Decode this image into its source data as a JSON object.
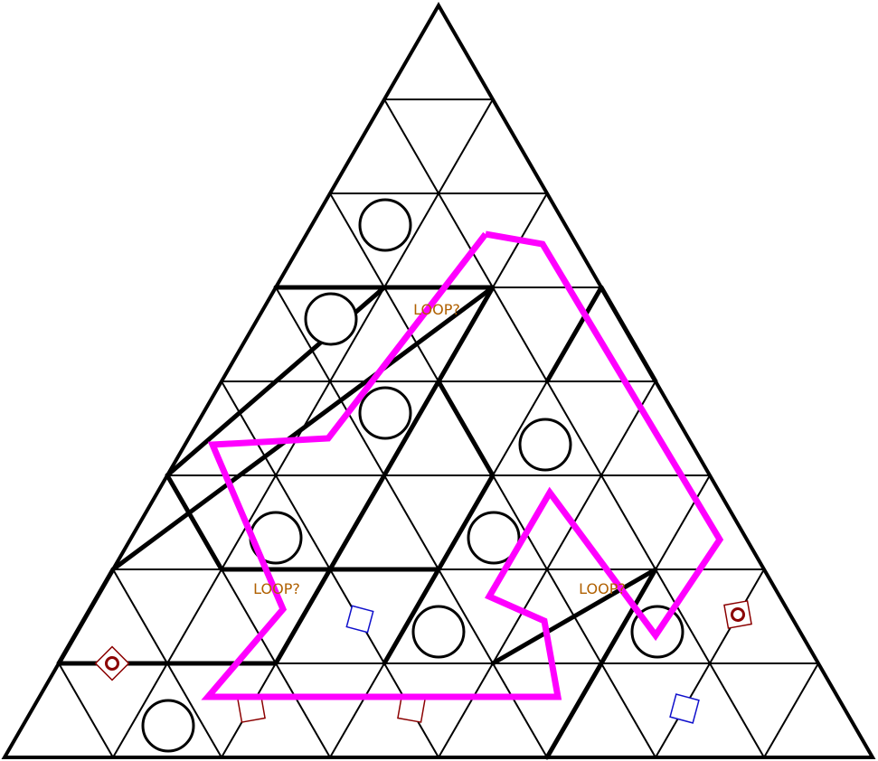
{
  "puzzle": {
    "rows": 8,
    "colors": {
      "grid": "#000000",
      "loop": "#ff00ff",
      "marker_red": "#8b0000",
      "marker_blue": "#1010cc",
      "loop_label": "#b06000"
    },
    "loop_labels": [
      "LOOP?",
      "LOOP?",
      "LOOP?"
    ],
    "icons": {
      "circle": "circle-icon",
      "moon": "crescent-moon-icon",
      "square": "square-marker-icon",
      "diamond": "diamond-marker-icon"
    }
  }
}
